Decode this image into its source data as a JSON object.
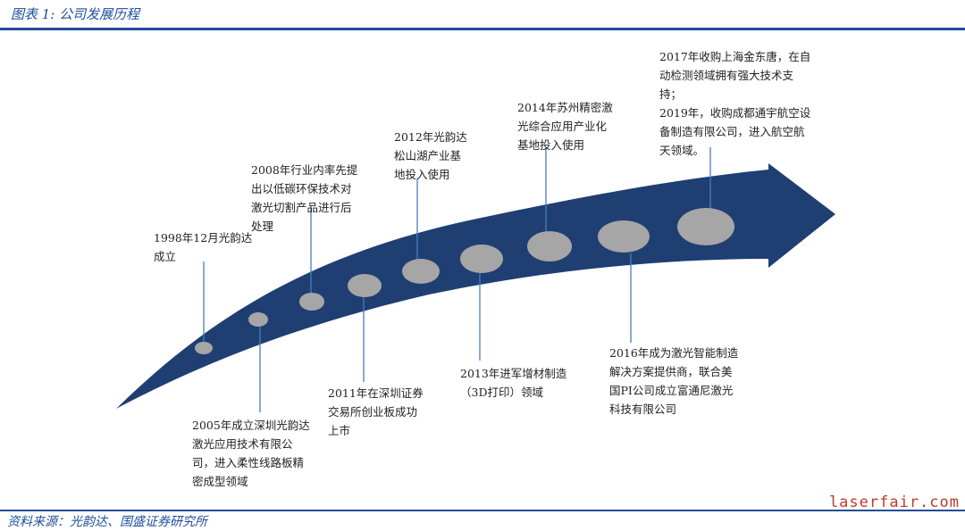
{
  "title": "图表 1:  公司发展历程",
  "source": "资料来源：光韵达、国盛证券研究所",
  "watermark": "laserfair.com",
  "colors": {
    "arrow": "#1f3f73",
    "node": "#a6a6a6",
    "accent": "#1f4e9a"
  },
  "milestones": [
    {
      "text": "1998年12月光韵达\n成立"
    },
    {
      "text": "2005年成立深圳光韵达\n激光应用技术有限公\n司，进入柔性线路板精\n密成型领域"
    },
    {
      "text": "2008年行业内率先提\n出以低碳环保技术对\n激光切割产品进行后\n处理"
    },
    {
      "text": "2011年在深圳证券\n交易所创业板成功\n上市"
    },
    {
      "text": "2012年光韵达\n松山湖产业基\n地投入使用"
    },
    {
      "text": "2013年进军增材制造\n（3D打印）领域"
    },
    {
      "text": "2014年苏州精密激\n光综合应用产业化\n基地投入使用"
    },
    {
      "text": "2016年成为激光智能制造\n解决方案提供商，联合美\n国PI公司成立富通尼激光\n科技有限公司"
    },
    {
      "text": "2017年收购上海金东唐，在自\n动检测领域拥有强大技术支\n持；\n2019年，收购成都通宇航空设\n备制造有限公司，进入航空航\n天领域。"
    }
  ]
}
